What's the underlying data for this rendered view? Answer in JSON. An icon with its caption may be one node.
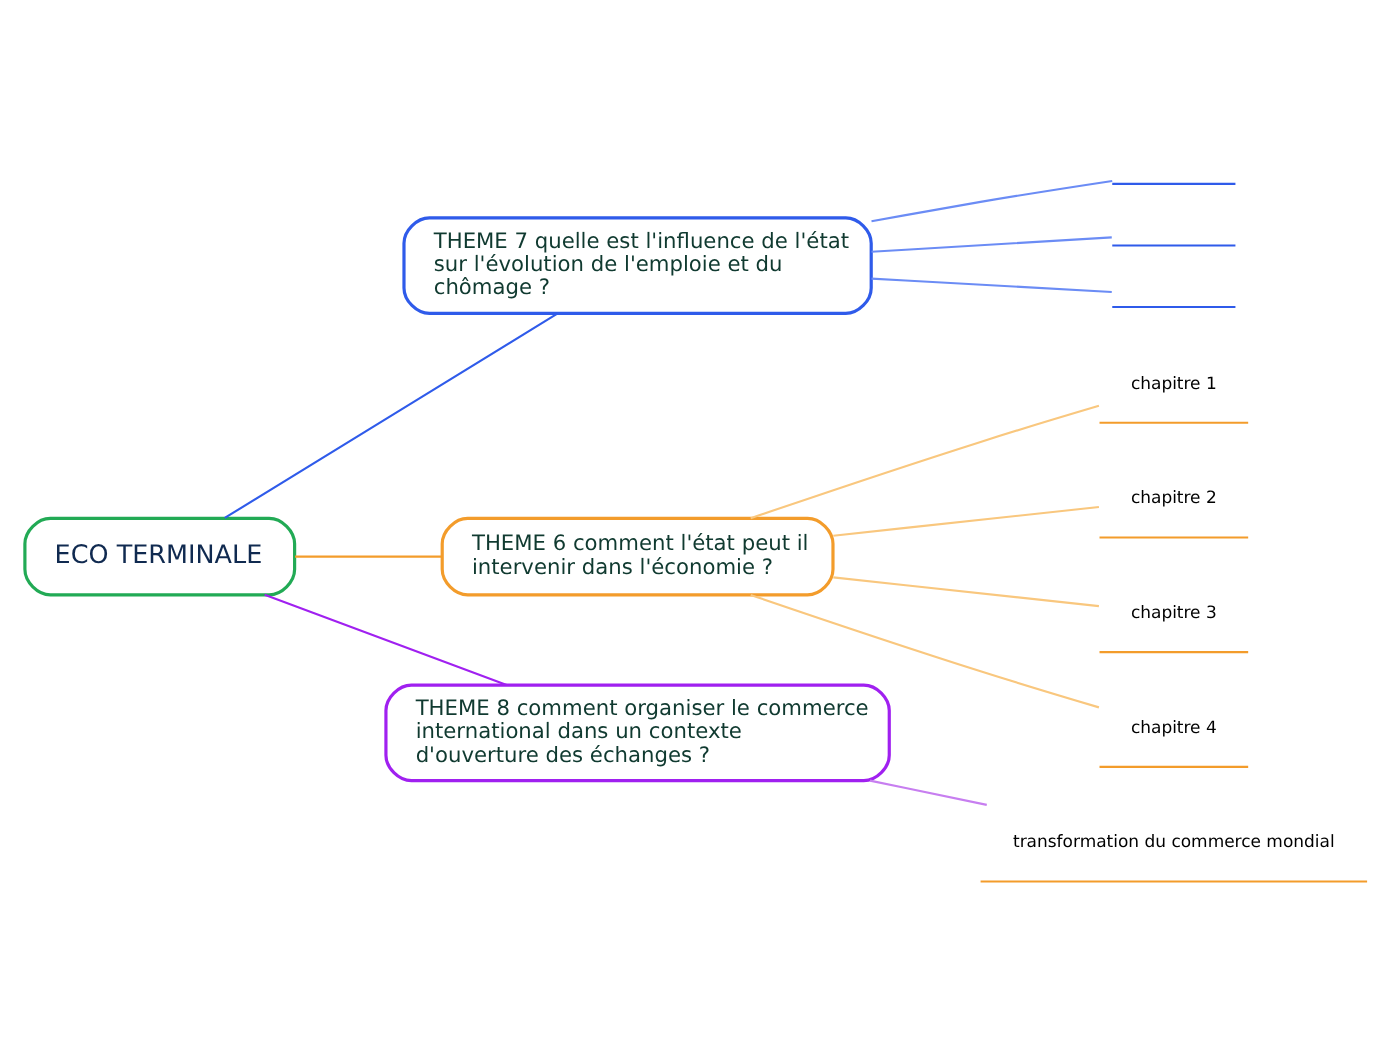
{
  "diagram": {
    "nodes": [
      {
        "text": [
          "ECO TERMINALE"
        ]
      },
      {
        "text": [
          "THEME 7 quelle est l'influence de l'état sur l'évolution de l'emploie et du chômage ?"
        ]
      },
      {
        "text": [
          "THEME 6 comment l'état peut il intervenir dans l'économie ?"
        ]
      },
      {
        "text": [
          "THEME 8 comment organiser le commerce international dans un contexte d'ouverture des échanges ?"
        ]
      },
      {
        "text": [
          "chapitre 1"
        ]
      },
      {
        "text": [
          "chapitre 2"
        ]
      },
      {
        "text": [
          "chapitre 3"
        ]
      },
      {
        "text": [
          "chapitre 4"
        ]
      },
      {
        "text": [],
        "shape": "bar"
      },
      {
        "text": [],
        "shape": "bar"
      },
      {
        "text": [],
        "shape": "bar"
      },
      {
        "text": [
          "transformation du commerce mondial"
        ]
      }
    ],
    "edges": [
      {
        "from": 0,
        "to": 1,
        "arrow": "none",
        "color": "#2f5bea"
      },
      {
        "from": 0,
        "to": 2,
        "arrow": "none",
        "color": "#f39c2b"
      },
      {
        "from": 0,
        "to": 3,
        "arrow": "none",
        "color": "#a020f0"
      },
      {
        "from": 2,
        "to": 4,
        "arrow": "none",
        "color": "#f9c77e"
      },
      {
        "from": 2,
        "to": 5,
        "arrow": "none",
        "color": "#f9c77e"
      },
      {
        "from": 2,
        "to": 6,
        "arrow": "none",
        "color": "#f9c77e"
      },
      {
        "from": 2,
        "to": 7,
        "arrow": "none",
        "color": "#f9c77e"
      },
      {
        "from": 1,
        "to": 8,
        "arrow": "none",
        "color": "#6b8cf5"
      },
      {
        "from": 1,
        "to": 9,
        "arrow": "none",
        "color": "#6b8cf5"
      },
      {
        "from": 1,
        "to": 10,
        "arrow": "none",
        "color": "#6b8cf5"
      },
      {
        "from": 3,
        "to": 11,
        "arrow": "none",
        "color": "#c77ef0"
      }
    ]
  }
}
